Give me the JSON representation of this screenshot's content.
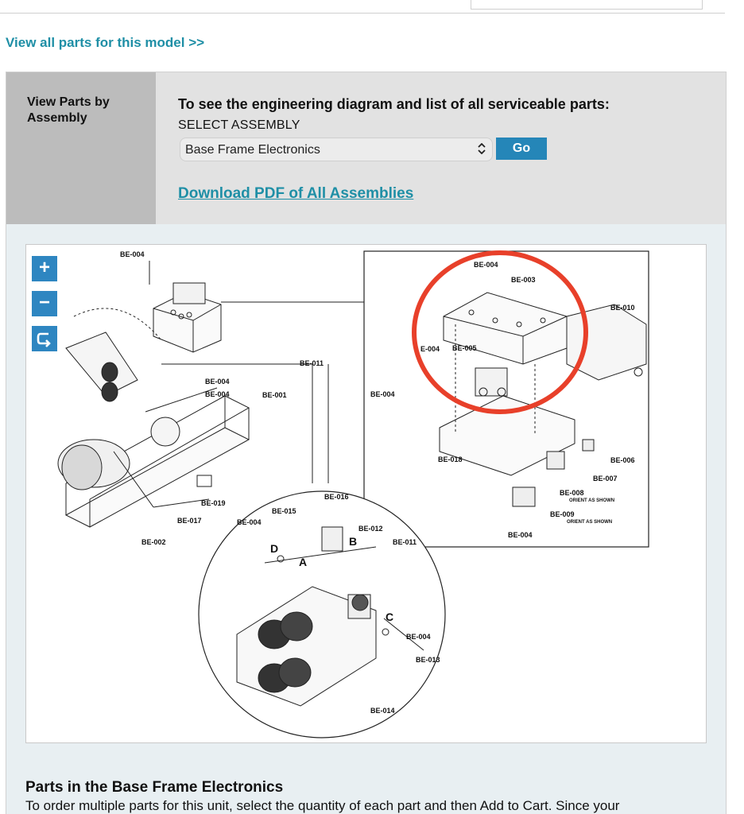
{
  "links": {
    "view_all": "View all parts for this model >>",
    "download_pdf": "Download PDF of All Assemblies"
  },
  "assembly": {
    "left_label": "View Parts by Assembly",
    "instruction": "To see the engineering diagram and list of all serviceable parts:",
    "select_label": "SELECT ASSEMBLY",
    "selected_value": "Base Frame Electronics",
    "go_label": "Go"
  },
  "zoom_controls": {
    "zoom_in": "+",
    "zoom_out": "−",
    "reset_icon": "reset-icon"
  },
  "diagram_callouts": {
    "be004": "BE-004",
    "be003": "BE-003",
    "be005": "BE-005",
    "be004_partial": "E-004",
    "be010": "BE-010",
    "be011": "BE-011",
    "be001": "BE-001",
    "be018": "BE-018",
    "be006": "BE-006",
    "be007": "BE-007",
    "be008": "BE-008",
    "be009": "BE-009",
    "orient": "ORIENT AS SHOWN",
    "be019": "BE-019",
    "be017": "BE-017",
    "be002": "BE-002",
    "be016": "BE-016",
    "be015": "BE-015",
    "be012": "BE-012",
    "be013": "BE-013",
    "be014": "BE-014",
    "mark_a": "A",
    "mark_b": "B",
    "mark_c": "C",
    "mark_d": "D"
  },
  "highlight_color": "#e8402a",
  "parts": {
    "title": "Parts in the Base Frame Electronics",
    "description": "To order multiple parts for this unit, select the quantity of each part and then Add to Cart. Since your"
  }
}
